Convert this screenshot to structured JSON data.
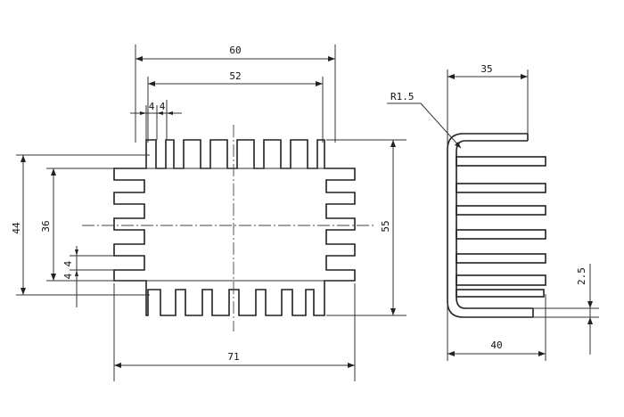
{
  "drawing": {
    "front_view": {
      "width_60": "60",
      "width_52": "52",
      "fin_4a": "4",
      "fin_4b": "4",
      "overall_71": "71",
      "height_44": "44",
      "height_36": "36",
      "side_fin_4a": "4",
      "side_fin_4b": "4",
      "height_55": "55"
    },
    "side_view": {
      "depth_35": "35",
      "depth_40": "40",
      "thickness_2_5": "2.5",
      "radius": "R1.5"
    }
  }
}
